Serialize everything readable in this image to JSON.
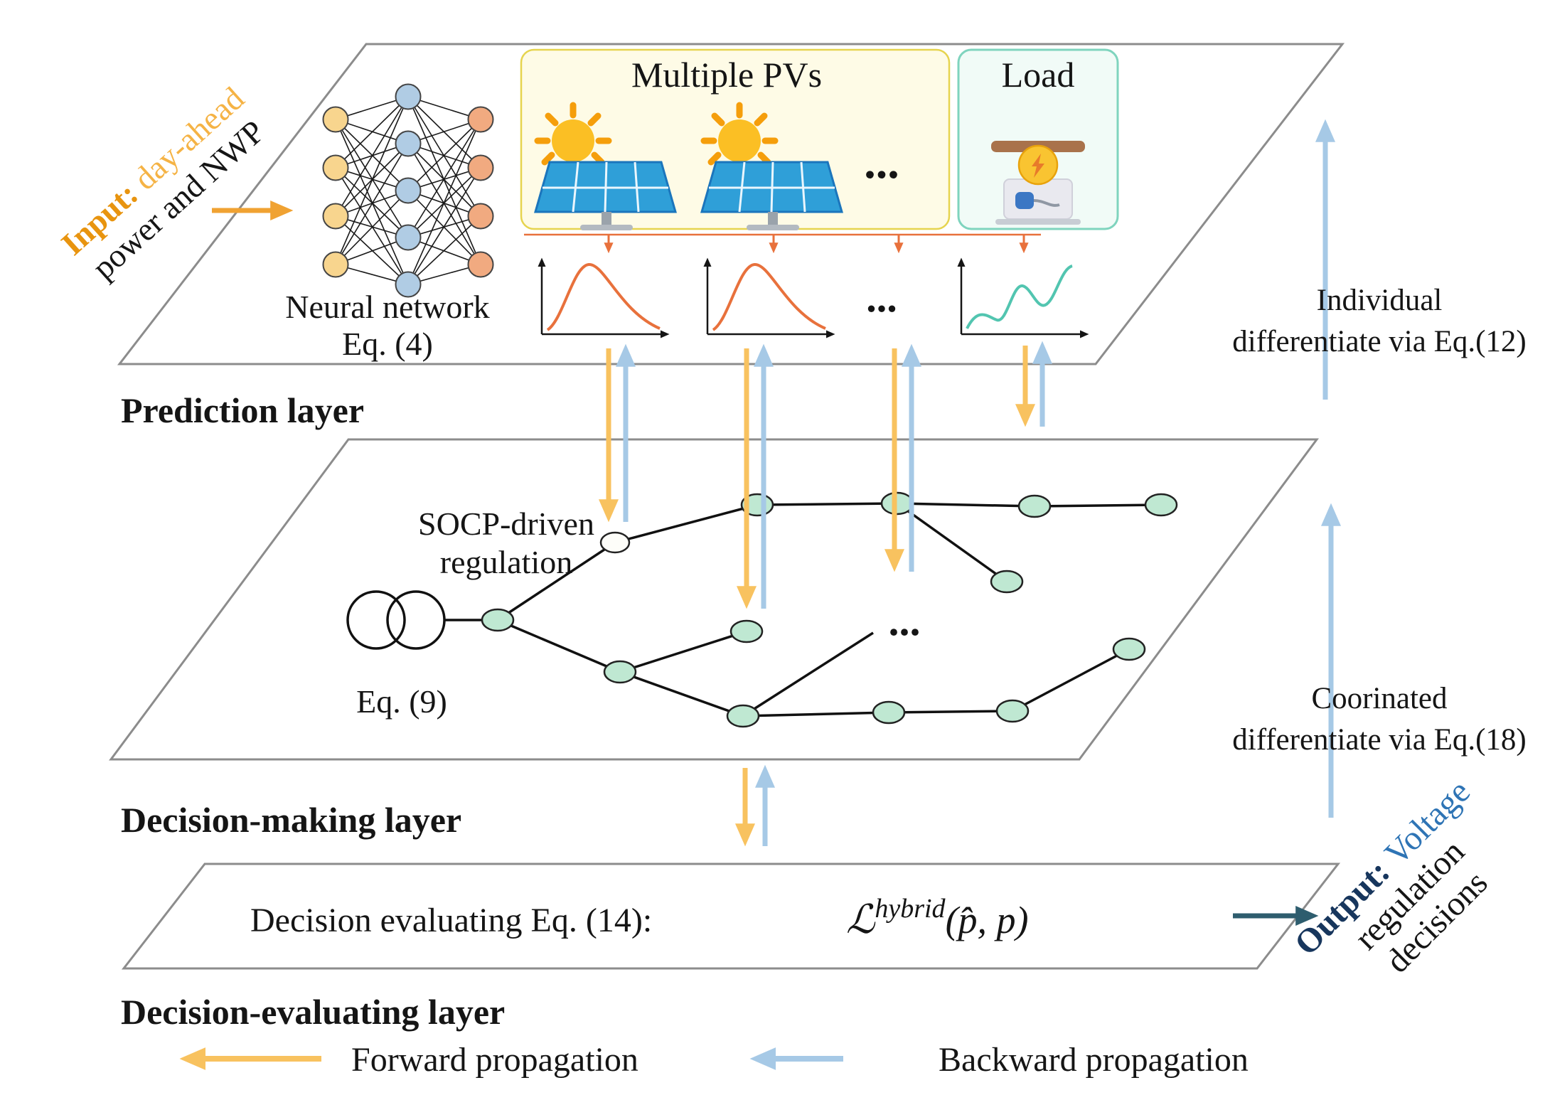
{
  "prediction": {
    "layer_label": "Prediction layer",
    "nn_line1": "Neural network",
    "nn_line2": "Eq. (4)",
    "pv_title": "Multiple PVs",
    "load_title": "Load",
    "pv_dots": "...",
    "chart_dots": "..."
  },
  "decision": {
    "layer_label": "Decision-making layer",
    "socp_line1": "SOCP-driven",
    "socp_line2": "regulation",
    "eq_label": "Eq. (9)",
    "graph_dots": "..."
  },
  "evaluating": {
    "layer_label": "Decision-evaluating layer",
    "eval_text": "Decision evaluating Eq. (14):",
    "formula_main": "ℒ",
    "formula_sup": "hybrid",
    "formula_args": "(p̂, p)"
  },
  "side": {
    "individual_line1": "Individual",
    "individual_line2": "differentiate via Eq.(12)",
    "coordinated_line1": "Coorinated",
    "coordinated_line2": "differentiate via Eq.(18)"
  },
  "input": {
    "bold": "Input:",
    "rest": "day-ahead",
    "line2": "power and NWP"
  },
  "output": {
    "bold": "Output:",
    "word1": "Voltage",
    "line2": "regulation",
    "line3": "decisions"
  },
  "legend": {
    "forward": "Forward propagation",
    "backward": "Backward propagation"
  },
  "colors": {
    "forward_arrow": "#F8C25F",
    "backward_arrow": "#A6C9E6",
    "curve_orange": "#E8713C",
    "curve_teal": "#52C5B0",
    "input_text": "#F0A232",
    "output_dark": "#17365D",
    "output_blue": "#2E74B5",
    "node_fill": "#BFE8D2",
    "panel_border": "#8C8C8C"
  }
}
